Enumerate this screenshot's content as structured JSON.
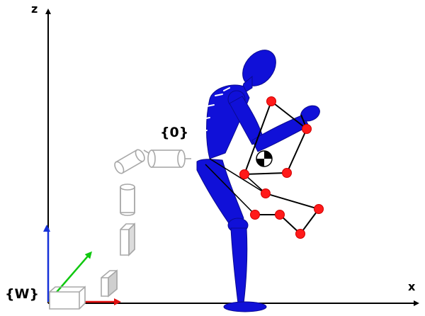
{
  "labels": {
    "z_axis": "z",
    "x_axis": "x",
    "frame_zero": "{0}",
    "frame_world": "{W}"
  },
  "colors": {
    "figure": "#1010d8",
    "marker": "#ff1a1a",
    "axis_black": "#000000",
    "axis_red": "#e01010",
    "axis_green": "#10c810",
    "axis_blue": "#1530d8",
    "robot_arm": "#a8a8a8"
  },
  "icons": {
    "center_of_mass": "center-of-mass-icon"
  }
}
